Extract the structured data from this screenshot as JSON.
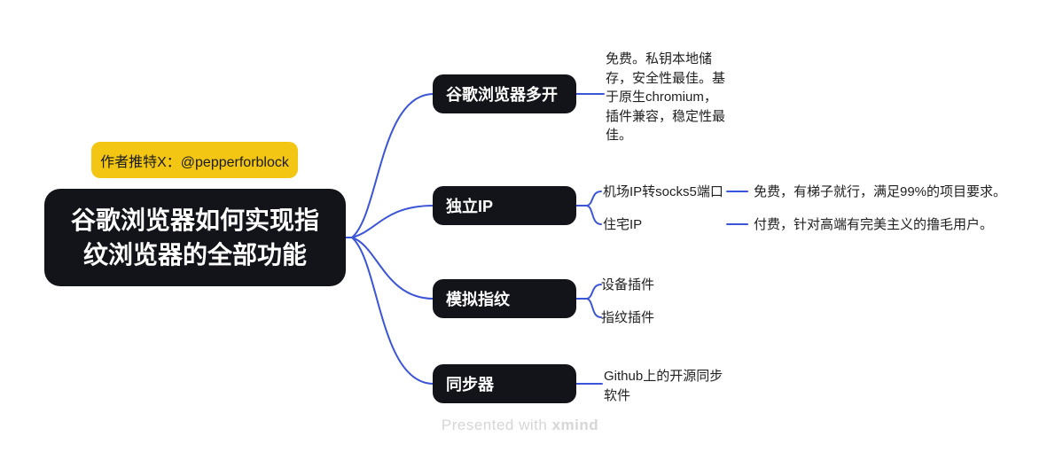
{
  "colors": {
    "line": "#3b55d8",
    "node_bg": "#131419",
    "node_text": "#ffffff",
    "label_bg": "#f2c613",
    "label_text": "#1a1a1a",
    "text": "#212121",
    "watermark": "#d6d6d6",
    "background": "#ffffff"
  },
  "root": {
    "title": "谷歌浏览器如何实现指纹浏览器的全部功能"
  },
  "author_label": {
    "text": "作者推特X：@pepperforblock"
  },
  "branches": [
    {
      "label": "谷歌浏览器多开",
      "note": "免费。私钥本地储存，安全性最佳。基于原生chromium，插件兼容，稳定性最佳。"
    },
    {
      "label": "独立IP",
      "children": [
        {
          "label": "机场IP转socks5端口",
          "note": "免费，有梯子就行，满足99%的项目要求。"
        },
        {
          "label": "住宅IP",
          "note": "付费，针对高端有完美主义的撸毛用户。"
        }
      ]
    },
    {
      "label": "模拟指纹",
      "children": [
        {
          "label": "设备插件"
        },
        {
          "label": "指纹插件"
        }
      ]
    },
    {
      "label": "同步器",
      "note": "Github上的开源同步软件"
    }
  ],
  "watermark": {
    "prefix": "Presented with ",
    "brand": "xmind"
  }
}
